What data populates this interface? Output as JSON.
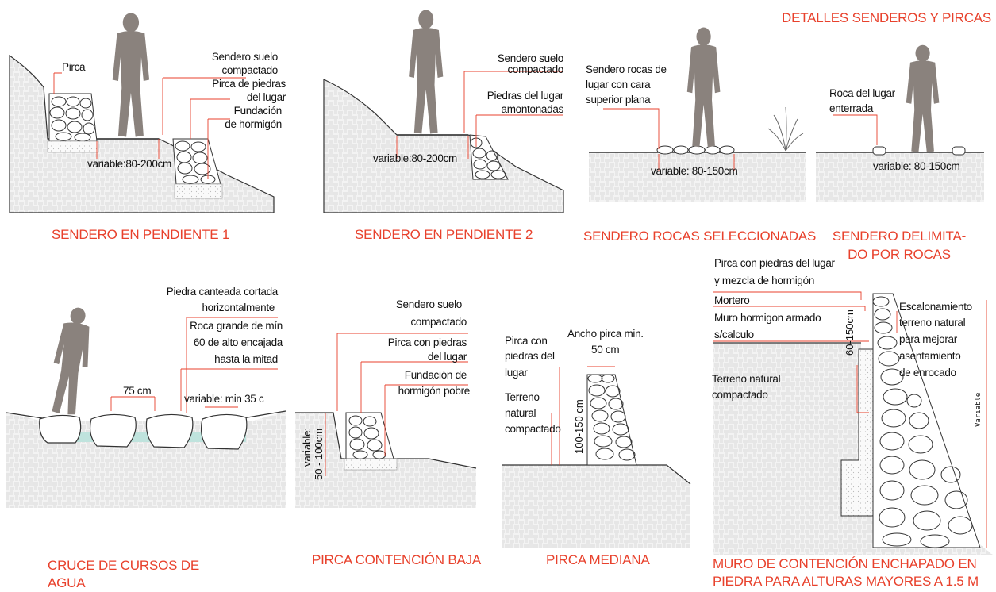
{
  "sheet_title": "DETALLES SENDEROS Y PIRCAS",
  "colors": {
    "accent": "#e8412c",
    "leader": "#e8412c",
    "ground_fill": "#f2f2f2",
    "stone_stroke": "#333333",
    "person": "#8a827d",
    "water": "#bfe3dd"
  },
  "panels": [
    {
      "title": "SENDERO EN PENDIENTE 1",
      "labels": {
        "pirca": "Pirca",
        "sendero_a": "Sendero suelo",
        "sendero_b": "compactado",
        "pirca_piedras_a": "Pirca de piedras",
        "pirca_piedras_b": "del lugar",
        "fundacion_a": "Fundación",
        "fundacion_b": "de hormigón",
        "dim": "variable:80-200cm"
      }
    },
    {
      "title": "SENDERO EN PENDIENTE 2",
      "labels": {
        "sendero_a": "Sendero suelo",
        "sendero_b": "compactado",
        "piedras_a": "Piedras del lugar",
        "piedras_b": "amontonadas",
        "dim": "variable:80-200cm"
      }
    },
    {
      "title": "SENDERO ROCAS SELECCIONADAS",
      "labels": {
        "rocas_a": "Sendero rocas de",
        "rocas_b": "lugar con cara",
        "rocas_c": "superior plana",
        "dim": "variable: 80-150cm"
      }
    },
    {
      "title_a": "SENDERO DELIMITA-",
      "title_b": "DO POR ROCAS",
      "labels": {
        "roca_a": "Roca del lugar",
        "roca_b": "enterrada",
        "dim": "variable: 80-150cm"
      }
    },
    {
      "title_a": "CRUCE DE CURSOS DE",
      "title_b": "AGUA",
      "labels": {
        "piedra_a": "Piedra canteada cortada",
        "piedra_b": "horizontalmente",
        "roca_a": "Roca grande de mín",
        "roca_b": "60 de alto encajada",
        "roca_c": "hasta la mitad",
        "dim_75": "75 cm",
        "dim_var": "variable: min 35 c"
      }
    },
    {
      "title": "PIRCA CONTENCIÓN BAJA",
      "labels": {
        "sendero_a": "Sendero suelo",
        "sendero_b": "compactado",
        "pirca_a": "Pirca con piedras",
        "pirca_b": "del lugar",
        "fund_a": "Fundación de",
        "fund_b": "hormigón pobre",
        "dim_a": "variable:",
        "dim_b": "50 - 100cm"
      }
    },
    {
      "title": "PIRCA MEDIANA",
      "labels": {
        "pirca_a": "Pirca con",
        "pirca_b": "piedras del",
        "pirca_c": "lugar",
        "ancho_a": "Ancho pirca min.",
        "ancho_b": "50 cm",
        "terreno_a": "Terreno",
        "terreno_b": "natural",
        "terreno_c": "compactado",
        "dim": "100-150 cm"
      }
    },
    {
      "title_a": "MURO DE CONTENCIÓN ENCHAPADO EN",
      "title_b": "PIEDRA PARA ALTURAS MAYORES A 1.5 M",
      "labels": {
        "pirca_a": "Pirca con piedras del lugar",
        "pirca_b": "y mezcla de hormigón",
        "mortero": "Mortero",
        "muro_a": "Muro hormigon armado",
        "muro_b": "s/calculo",
        "terreno_a": "Terreno natural",
        "terreno_b": "compactado",
        "esc_a": "Escalonamiento",
        "esc_b": "terreno natural",
        "esc_c": "para mejorar",
        "esc_d": "asentamiento",
        "esc_e": "de enrocado",
        "dim": "60-150cm",
        "variable": "Variable"
      }
    }
  ]
}
